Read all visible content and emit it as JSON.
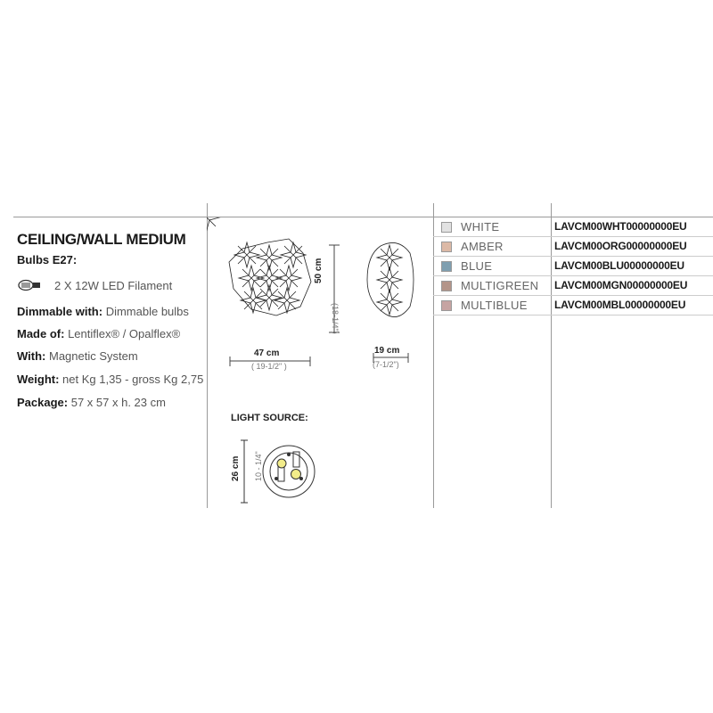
{
  "product": {
    "title": "CEILING/WALL MEDIUM",
    "bulbs_label": "Bulbs E27:",
    "bulb_desc": "2 X 12W LED Filament",
    "specs": [
      {
        "label": "Dimmable with:",
        "value": "Dimmable bulbs"
      },
      {
        "label": "Made of:",
        "value": "Lentiflex® / Opalflex®"
      },
      {
        "label": "With:",
        "value": "Magnetic System"
      },
      {
        "label": "Weight:",
        "value": "net Kg 1,35 - gross Kg 2,75"
      },
      {
        "label": "Package:",
        "value": "57 x 57 x h. 23 cm"
      }
    ]
  },
  "dimensions": {
    "width_cm": "47 cm",
    "width_in": "( 19-1/2\" )",
    "height_cm": "50 cm",
    "height_in": "(18-1/4\")",
    "depth_cm": "19 cm",
    "depth_in": "(7-1/2\")",
    "light_source_label": "LIGHT SOURCE:",
    "ls_cm": "26 cm",
    "ls_in": "10 - 1/4\""
  },
  "colors": [
    {
      "name": "WHITE",
      "code": "LAVCM00WHT00000000EU",
      "swatch": "#e2e2e2"
    },
    {
      "name": "AMBER",
      "code": "LAVCM00ORG00000000EU",
      "swatch": "#dcb9a6"
    },
    {
      "name": "BLUE",
      "code": "LAVCM00BLU00000000EU",
      "swatch": "#7f9fb0"
    },
    {
      "name": "MULTIGREEN",
      "code": "LAVCM00MGN00000000EU",
      "swatch": "#b39489"
    },
    {
      "name": "MULTIBLUE",
      "code": "LAVCM00MBL00000000EU",
      "swatch": "#c6a4a2"
    }
  ]
}
